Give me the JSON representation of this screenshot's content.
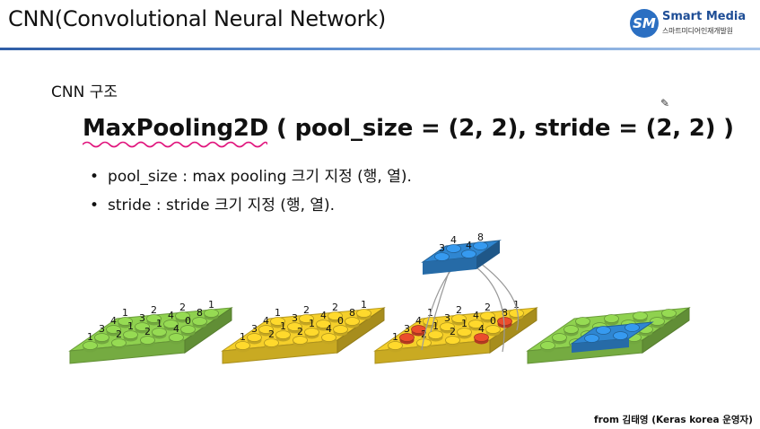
{
  "header": {
    "title": "CNN(Convolutional Neural Network)",
    "logo": {
      "name": "Smart Media",
      "subtitle": "스마트미디어인재개발원",
      "icon": "sm-logo-icon",
      "brand_color": "#2b6fc2"
    }
  },
  "slide": {
    "heading": "CNN 구조",
    "formula": "MaxPooling2D ( pool_size = (2, 2), stride = (2, 2) )",
    "bullets": [
      "pool_size : max pooling 크기 지정 (행, 열).",
      "stride : stride 크기 지정 (행, 열)."
    ],
    "credit": "from 김태영 (Keras korea 운영자)"
  },
  "diagram": {
    "input_grid": [
      [
        "1",
        "2",
        "2",
        "1"
      ],
      [
        "4",
        "3",
        "4",
        "8"
      ],
      [
        "3",
        "1",
        "1",
        "0"
      ],
      [
        "1",
        "2",
        "2",
        "4"
      ]
    ],
    "pooled_grid": [
      [
        "4",
        "8"
      ],
      [
        "3",
        "4"
      ]
    ],
    "colors": {
      "green": "#8fd14f",
      "yellow": "#f5cf2a",
      "blue": "#2f86d1",
      "red": "#e0492a"
    }
  }
}
